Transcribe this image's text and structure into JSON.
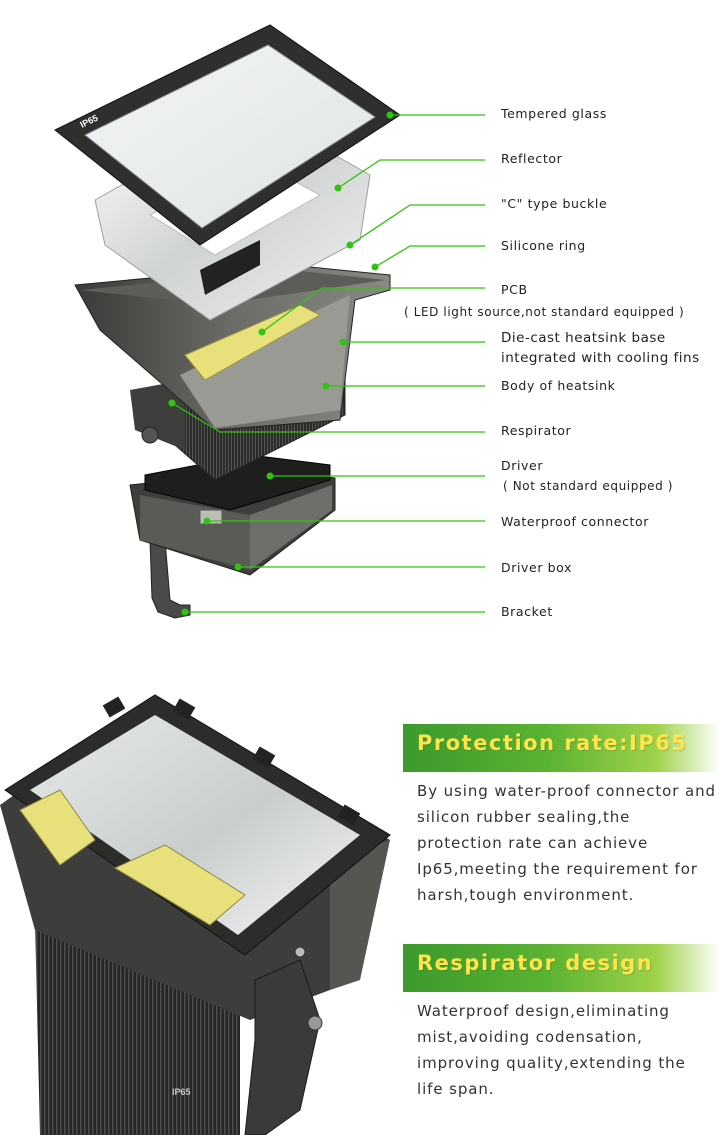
{
  "callouts": {
    "tempered_glass": "Tempered glass",
    "reflector": "Reflector",
    "c_buckle": "\"C\" type buckle",
    "silicone_ring": "Silicone ring",
    "pcb": "PCB",
    "pcb_note": "( LED light source,not standard equipped )",
    "heatsink_base_1": "Die-cast heatsink base",
    "heatsink_base_2": "integrated with cooling fins",
    "heatsink_body": "Body of heatsink",
    "respirator": "Respirator",
    "driver": "Driver",
    "driver_note": "( Not standard equipped )",
    "waterproof_connector": "Waterproof connector",
    "driver_box": "Driver box",
    "bracket": "Bracket"
  },
  "glass_badge": "IP65",
  "unit_badge": "IP65",
  "features": [
    {
      "title": "Protection rate:IP65",
      "lines": [
        "By using water-proof connector and",
        "silicon rubber sealing,the",
        "protection rate can achieve",
        "Ip65,meeting the requirement for",
        "harsh,tough environment."
      ]
    },
    {
      "title": "Respirator design",
      "lines": [
        "Waterproof design,eliminating",
        "mist,avoiding codensation,",
        "improving quality,extending the",
        "life span."
      ]
    }
  ],
  "colors": {
    "accent_green": "#2ec40f",
    "banner_start": "#3c9a2d",
    "banner_end": "#9fd24a",
    "banner_text": "#ffe44a",
    "housing": "#4a4a48",
    "led_yellow": "#e8e07a"
  }
}
